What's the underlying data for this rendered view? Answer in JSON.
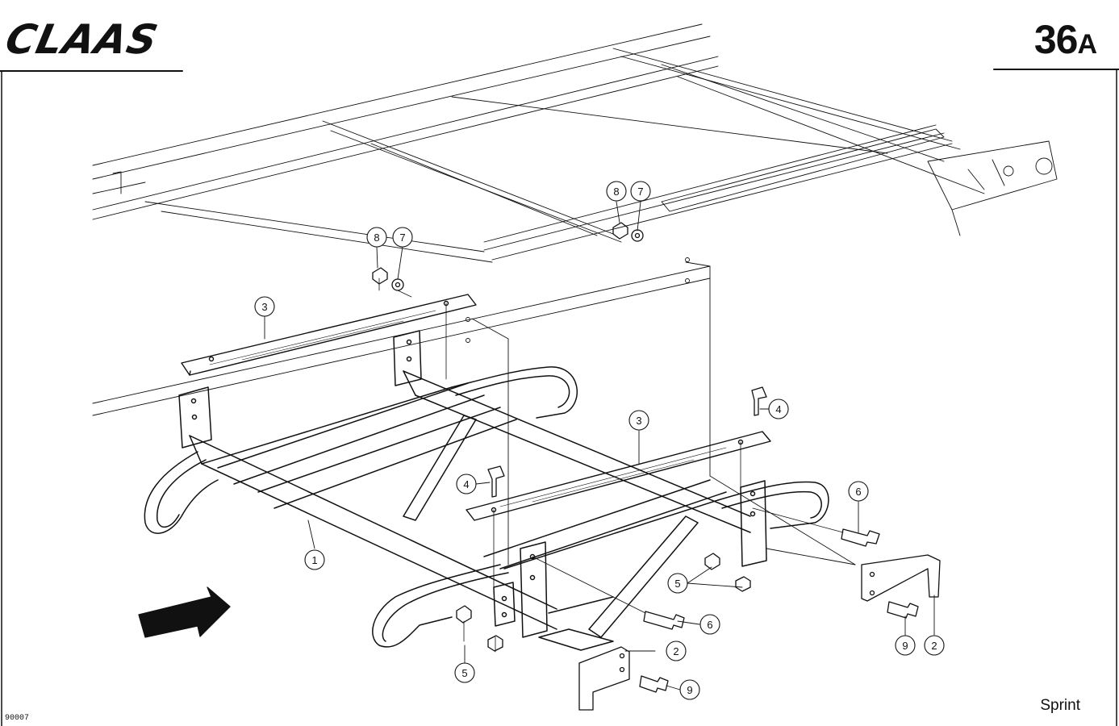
{
  "header": {
    "brand": "CLAAS",
    "page_number": "36",
    "page_suffix": "A"
  },
  "footer": {
    "model": "Sprint",
    "reference": "90007"
  },
  "callouts": [
    "1",
    "2",
    "2",
    "3",
    "3",
    "4",
    "4",
    "5",
    "5",
    "6",
    "6",
    "7",
    "7",
    "8",
    "8",
    "9",
    "9"
  ]
}
